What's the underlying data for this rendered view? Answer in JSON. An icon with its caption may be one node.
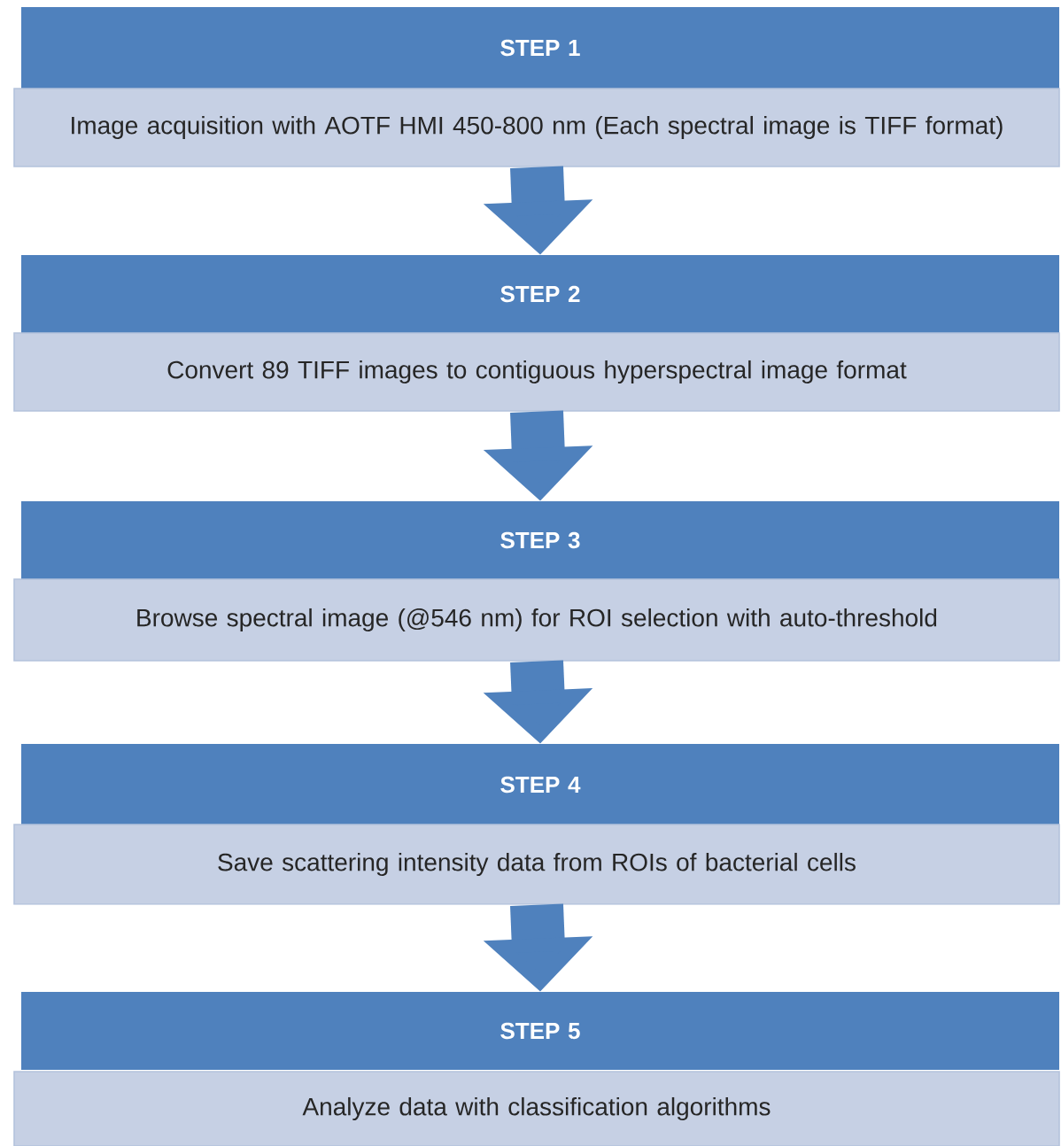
{
  "diagram": {
    "nodes": [
      {
        "text": [
          "STEP 1"
        ]
      },
      {
        "text": [
          "Image acquisition with AOTF HMI 450-800 nm (Each spectral image is TIFF format)"
        ]
      },
      {
        "text": [
          "STEP 2"
        ]
      },
      {
        "text": [
          "Convert 89 TIFF images to contiguous hyperspectral image format"
        ]
      },
      {
        "text": [
          "STEP 3"
        ]
      },
      {
        "text": [
          "Browse spectral image (@546 nm) for ROI selection with auto-threshold"
        ]
      },
      {
        "text": [
          "STEP 4"
        ]
      },
      {
        "text": [
          "Save scattering intensity data from ROIs of bacterial cells"
        ]
      },
      {
        "text": [
          "STEP 5"
        ]
      },
      {
        "text": [
          "Analyze data with classification algorithms"
        ]
      }
    ],
    "edges": [
      {
        "from": 1,
        "to": 2,
        "arrow": "to"
      },
      {
        "from": 3,
        "to": 4,
        "arrow": "to"
      },
      {
        "from": 5,
        "to": 6,
        "arrow": "to"
      },
      {
        "from": 7,
        "to": 8,
        "arrow": "to"
      }
    ]
  }
}
